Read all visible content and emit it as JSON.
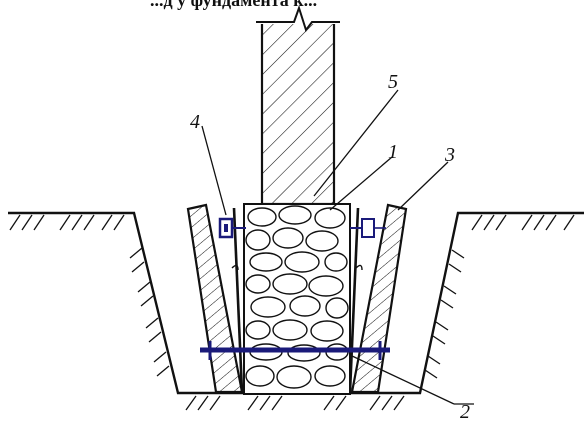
{
  "header_fragment": "...д у фундамента к...",
  "callouts": [
    {
      "id": "1",
      "text": "1"
    },
    {
      "id": "2",
      "text": "2"
    },
    {
      "id": "3",
      "text": "3"
    },
    {
      "id": "4",
      "text": "4"
    },
    {
      "id": "5",
      "text": "5"
    }
  ],
  "colors": {
    "line": "#111111",
    "tie_rod": "#1a1a7a",
    "background": "#ffffff"
  },
  "icons": {
    "break_symbol": "zigzag-break"
  }
}
